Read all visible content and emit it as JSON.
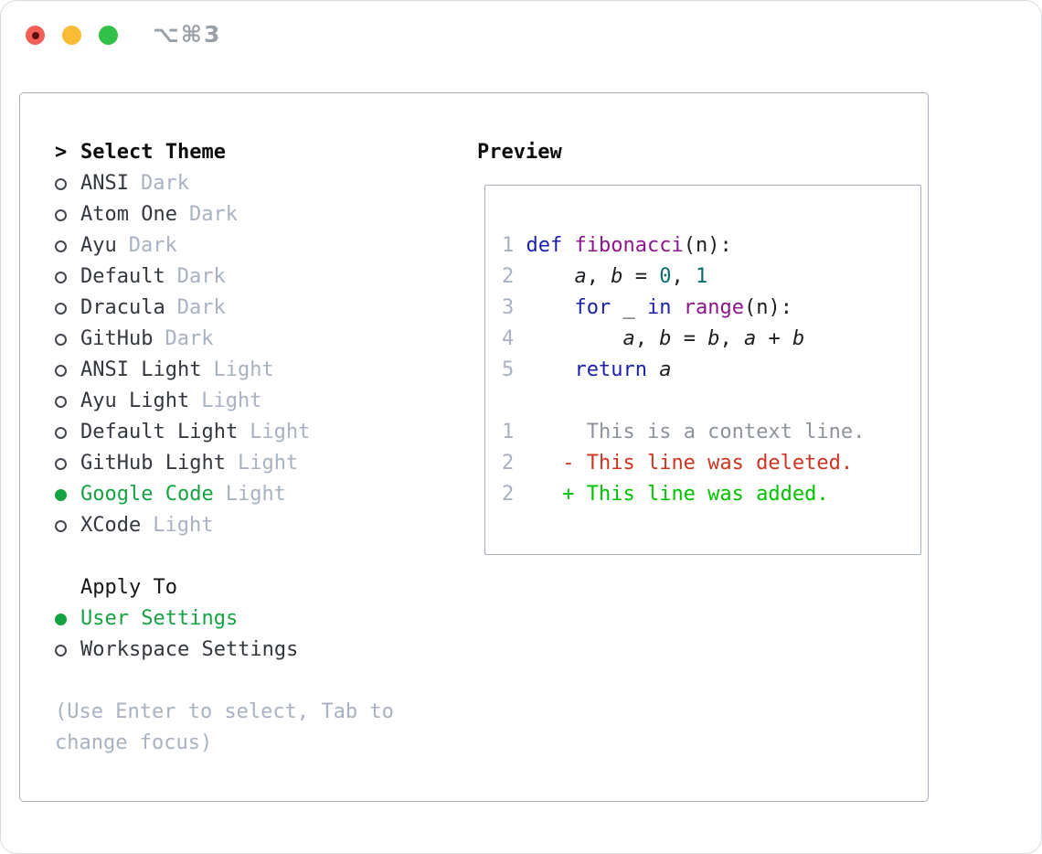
{
  "window": {
    "title": "⌥⌘3"
  },
  "traffic_lights": {
    "close": "#f25f58",
    "close_dot": "#5f0f0b",
    "minimize": "#f9bd35",
    "zoom": "#31c048"
  },
  "theme_selector": {
    "pointer": ">",
    "title": "Select Theme",
    "items": [
      {
        "name": "ANSI",
        "variant": "Dark",
        "selected": false
      },
      {
        "name": "Atom One",
        "variant": "Dark",
        "selected": false
      },
      {
        "name": "Ayu",
        "variant": "Dark",
        "selected": false
      },
      {
        "name": "Default",
        "variant": "Dark",
        "selected": false
      },
      {
        "name": "Dracula",
        "variant": "Dark",
        "selected": false
      },
      {
        "name": "GitHub",
        "variant": "Dark",
        "selected": false
      },
      {
        "name": "ANSI Light",
        "variant": "Light",
        "selected": false
      },
      {
        "name": "Ayu Light",
        "variant": "Light",
        "selected": false
      },
      {
        "name": "Default Light",
        "variant": "Light",
        "selected": false
      },
      {
        "name": "GitHub Light",
        "variant": "Light",
        "selected": false
      },
      {
        "name": "Google Code",
        "variant": "Light",
        "selected": true
      },
      {
        "name": "XCode",
        "variant": "Light",
        "selected": false
      }
    ]
  },
  "apply_to": {
    "title": "Apply To",
    "items": [
      {
        "name": "User Settings",
        "selected": true
      },
      {
        "name": "Workspace Settings",
        "selected": false
      }
    ]
  },
  "footer": {
    "help_lines": [
      "(Use Enter to select, Tab to",
      "change focus)"
    ]
  },
  "preview": {
    "title": "Preview",
    "code_lines": [
      [
        [
          "num",
          "1 "
        ],
        [
          "kw",
          "def"
        ],
        [
          "plain",
          " "
        ],
        [
          "fn",
          "fibonacci"
        ],
        [
          "plain",
          "(n):"
        ]
      ],
      [
        [
          "num",
          "2 "
        ],
        [
          "plain",
          "    "
        ],
        [
          "var",
          "a"
        ],
        [
          "plain",
          ", "
        ],
        [
          "var",
          "b"
        ],
        [
          "plain",
          " = "
        ],
        [
          "lit",
          "0"
        ],
        [
          "plain",
          ", "
        ],
        [
          "lit",
          "1"
        ]
      ],
      [
        [
          "num",
          "3 "
        ],
        [
          "plain",
          "    "
        ],
        [
          "kw",
          "for"
        ],
        [
          "plain",
          " _ "
        ],
        [
          "kw",
          "in"
        ],
        [
          "plain",
          " "
        ],
        [
          "fn",
          "range"
        ],
        [
          "plain",
          "(n):"
        ]
      ],
      [
        [
          "num",
          "4 "
        ],
        [
          "plain",
          "        "
        ],
        [
          "var",
          "a"
        ],
        [
          "plain",
          ", "
        ],
        [
          "var",
          "b"
        ],
        [
          "plain",
          " = "
        ],
        [
          "var",
          "b"
        ],
        [
          "plain",
          ", "
        ],
        [
          "var",
          "a"
        ],
        [
          "plain",
          " + "
        ],
        [
          "var",
          "b"
        ]
      ],
      [
        [
          "num",
          "5 "
        ],
        [
          "plain",
          "    "
        ],
        [
          "kw",
          "return"
        ],
        [
          "plain",
          " "
        ],
        [
          "var",
          "a"
        ]
      ],
      [],
      [
        [
          "num",
          "1"
        ],
        [
          "plain",
          "      "
        ],
        [
          "ctx",
          "This is a context line."
        ]
      ],
      [
        [
          "num",
          "2"
        ],
        [
          "plain",
          "    "
        ],
        [
          "del",
          "- This line was deleted."
        ]
      ],
      [
        [
          "num",
          "2"
        ],
        [
          "plain",
          "    "
        ],
        [
          "add",
          "+ This line was added."
        ]
      ]
    ],
    "colors": {
      "keyword": "#1b1fae",
      "function": "#8d158d",
      "literal": "#0c6b70",
      "line_number": "#a8b2c2",
      "context": "#8d939c",
      "deleted": "#cd3522",
      "added": "#00c300"
    }
  },
  "ui_colors": {
    "selection_green": "#15a341",
    "muted": "#a8b2c2",
    "panel_border": "#a7b0ba",
    "text_dark": "#33383f"
  }
}
